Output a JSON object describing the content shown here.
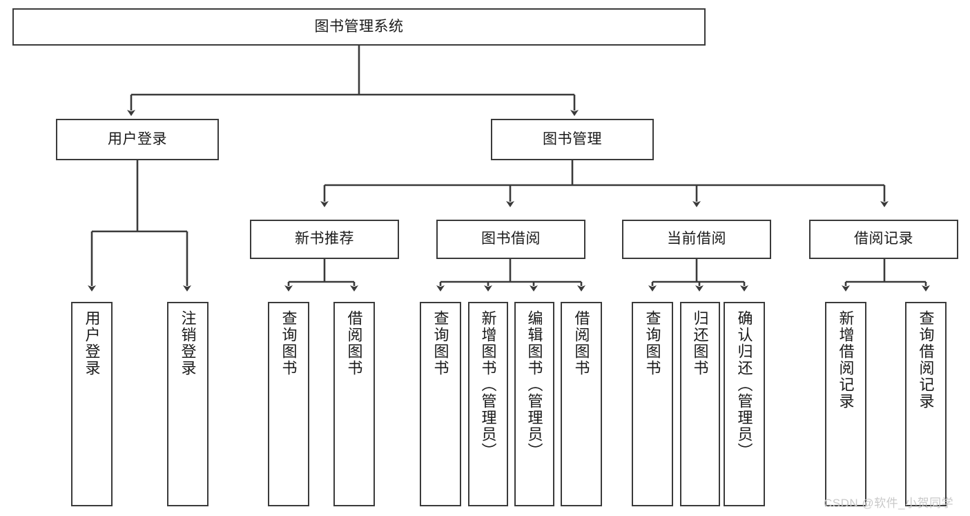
{
  "diagram": {
    "title": "图书管理系统",
    "type": "tree-hierarchy",
    "background_color": "#ffffff",
    "line_color": "#3a3a3a",
    "box_fill": "#ffffff",
    "text_color": "#1a1a1a"
  },
  "watermark": {
    "text": "CSDN @软件_小贺同学",
    "color": "#c9c9c9"
  },
  "nodes": {
    "root": {
      "label": "图书管理系统",
      "level": 1,
      "orientation": "horizontal"
    },
    "l2": [
      {
        "label": "用户登录",
        "level": 2,
        "orientation": "horizontal"
      },
      {
        "label": "图书管理",
        "level": 2,
        "orientation": "horizontal"
      }
    ],
    "l3": [
      {
        "label": "新书推荐",
        "level": 3,
        "orientation": "horizontal"
      },
      {
        "label": "图书借阅",
        "level": 3,
        "orientation": "horizontal"
      },
      {
        "label": "当前借阅",
        "level": 3,
        "orientation": "horizontal"
      },
      {
        "label": "借阅记录",
        "level": 3,
        "orientation": "horizontal"
      }
    ],
    "leaves_user_login": [
      {
        "label": "用户登录",
        "level": 3,
        "orientation": "vertical"
      },
      {
        "label": "注销登录",
        "level": 3,
        "orientation": "vertical"
      }
    ],
    "leaves_new_book": [
      {
        "label": "查询图书",
        "level": 4,
        "orientation": "vertical"
      },
      {
        "label": "借阅图书",
        "level": 4,
        "orientation": "vertical"
      }
    ],
    "leaves_borrow": [
      {
        "label": "查询图书",
        "level": 4,
        "orientation": "vertical"
      },
      {
        "label": "新增图书（管理员）",
        "level": 4,
        "orientation": "vertical"
      },
      {
        "label": "编辑图书（管理员）",
        "level": 4,
        "orientation": "vertical"
      },
      {
        "label": "借阅图书",
        "level": 4,
        "orientation": "vertical"
      }
    ],
    "leaves_current": [
      {
        "label": "查询图书",
        "level": 4,
        "orientation": "vertical"
      },
      {
        "label": "归还图书",
        "level": 4,
        "orientation": "vertical"
      },
      {
        "label": "确认归还（管理员）",
        "level": 4,
        "orientation": "vertical"
      }
    ],
    "leaves_record": [
      {
        "label": "新增借阅记录",
        "level": 4,
        "orientation": "vertical"
      },
      {
        "label": "查询借阅记录",
        "level": 4,
        "orientation": "vertical"
      }
    ]
  }
}
